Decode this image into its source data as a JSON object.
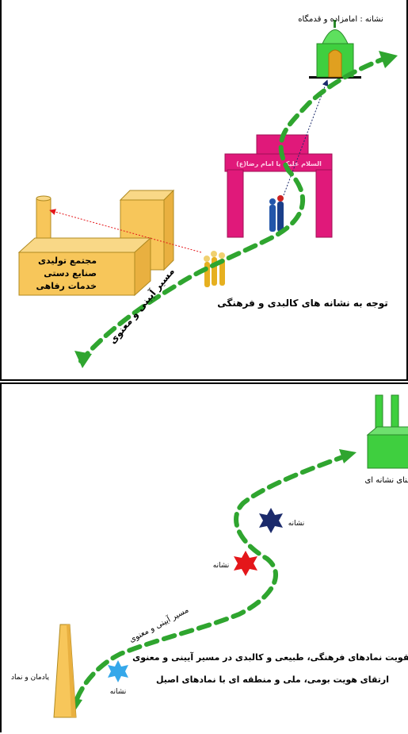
{
  "top": {
    "shrine_label": "نشانه : امامزاده و قدمگاه",
    "gate_label": "(السلام علیک یا امام رضا(ع",
    "factory_lines": [
      "مجتمع تولیدی",
      "صنایع دستی",
      "خدمات رفاهی"
    ],
    "path_label": "مسیر آیینی و معنوی",
    "caption": "توجه به نشانه های کالبدی و فرهنگی"
  },
  "bottom": {
    "building_label": "بنای نشانه ای",
    "star1_label": "نشانه",
    "star2_label": "نشانه",
    "star3_label": "نشانه",
    "monument_label": "یادمان و نماد",
    "path_label": "مسیر آیینی و معنوی",
    "caption_line1": "تقویت نمادهای فرهنگی، طبیعی و کالبدی در مسیر آیینی و معنوی",
    "caption_line2": "ارتقای هویت بومی، ملی و منطقه ای با نمادهای اصیل"
  },
  "colors": {
    "path_green": "#2fa52f",
    "factory": "#f7c65a",
    "gate": "#e0197a",
    "shrine": "#3fcf3f",
    "star_navy": "#1b2a6b",
    "star_red": "#e4161a",
    "star_blue": "#35a8ea"
  }
}
